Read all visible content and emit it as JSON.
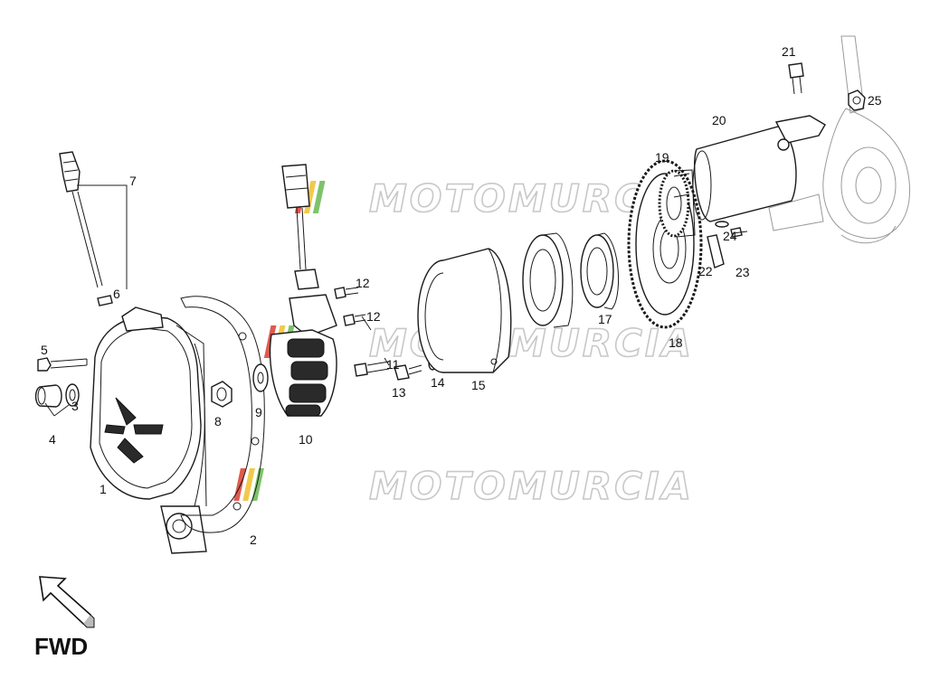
{
  "watermark": "MOTOMURCIA",
  "watermark_colors": [
    "#e05a4e",
    "#f2c94c",
    "#7dc36b"
  ],
  "direction_label": "FWD",
  "callouts": [
    "1",
    "2",
    "3",
    "4",
    "5",
    "6",
    "7",
    "8",
    "9",
    "10",
    "11",
    "12",
    "12",
    "13",
    "14",
    "15",
    "17",
    "18",
    "19",
    "20",
    "21",
    "22",
    "23",
    "24",
    "25"
  ]
}
